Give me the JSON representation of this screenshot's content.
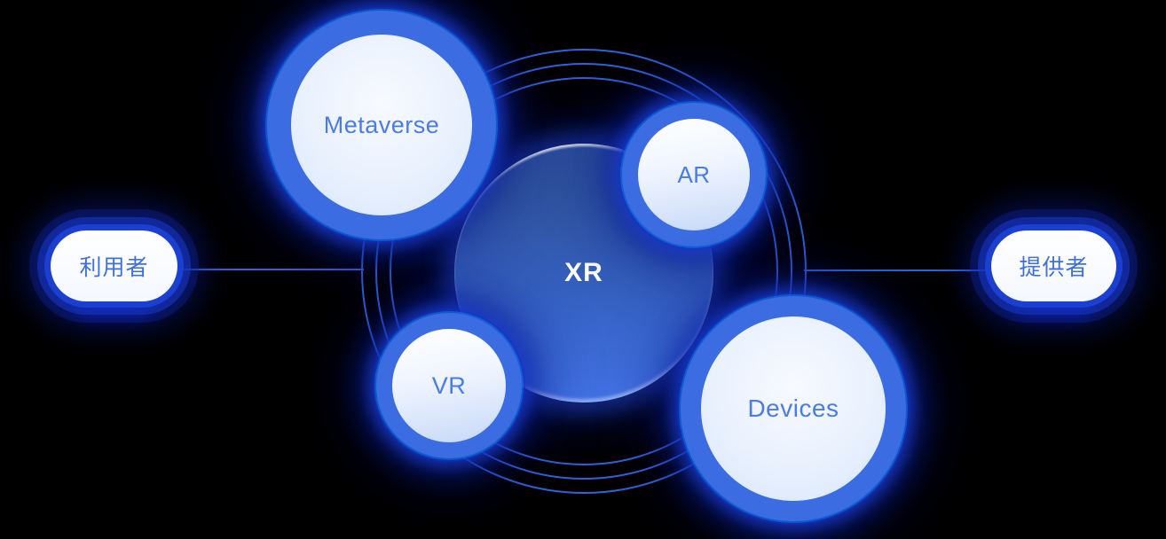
{
  "title": "XR ecosystem diagram",
  "colors": {
    "bg": "#000000",
    "ringBlue": "#3b6ce2",
    "cyan": "#1bd9f5",
    "labelBlue": "#4a7be8",
    "lineBlue": "#2f64db",
    "xrTop": "#2c4c99",
    "xrMid": "#3560bf",
    "xrBot": "#4273e6",
    "xrText": "#ffffff",
    "pillText": "#3e6fe0"
  },
  "diagram": {
    "center": {
      "label": "XR"
    },
    "satellites": [
      {
        "id": "metaverse",
        "label": "Metaverse"
      },
      {
        "id": "ar",
        "label": "AR"
      },
      {
        "id": "vr",
        "label": "VR"
      },
      {
        "id": "devices",
        "label": "Devices"
      }
    ],
    "pills": [
      {
        "id": "user",
        "label": "利用者",
        "side": "left"
      },
      {
        "id": "provider",
        "label": "提供者",
        "side": "right"
      }
    ]
  }
}
